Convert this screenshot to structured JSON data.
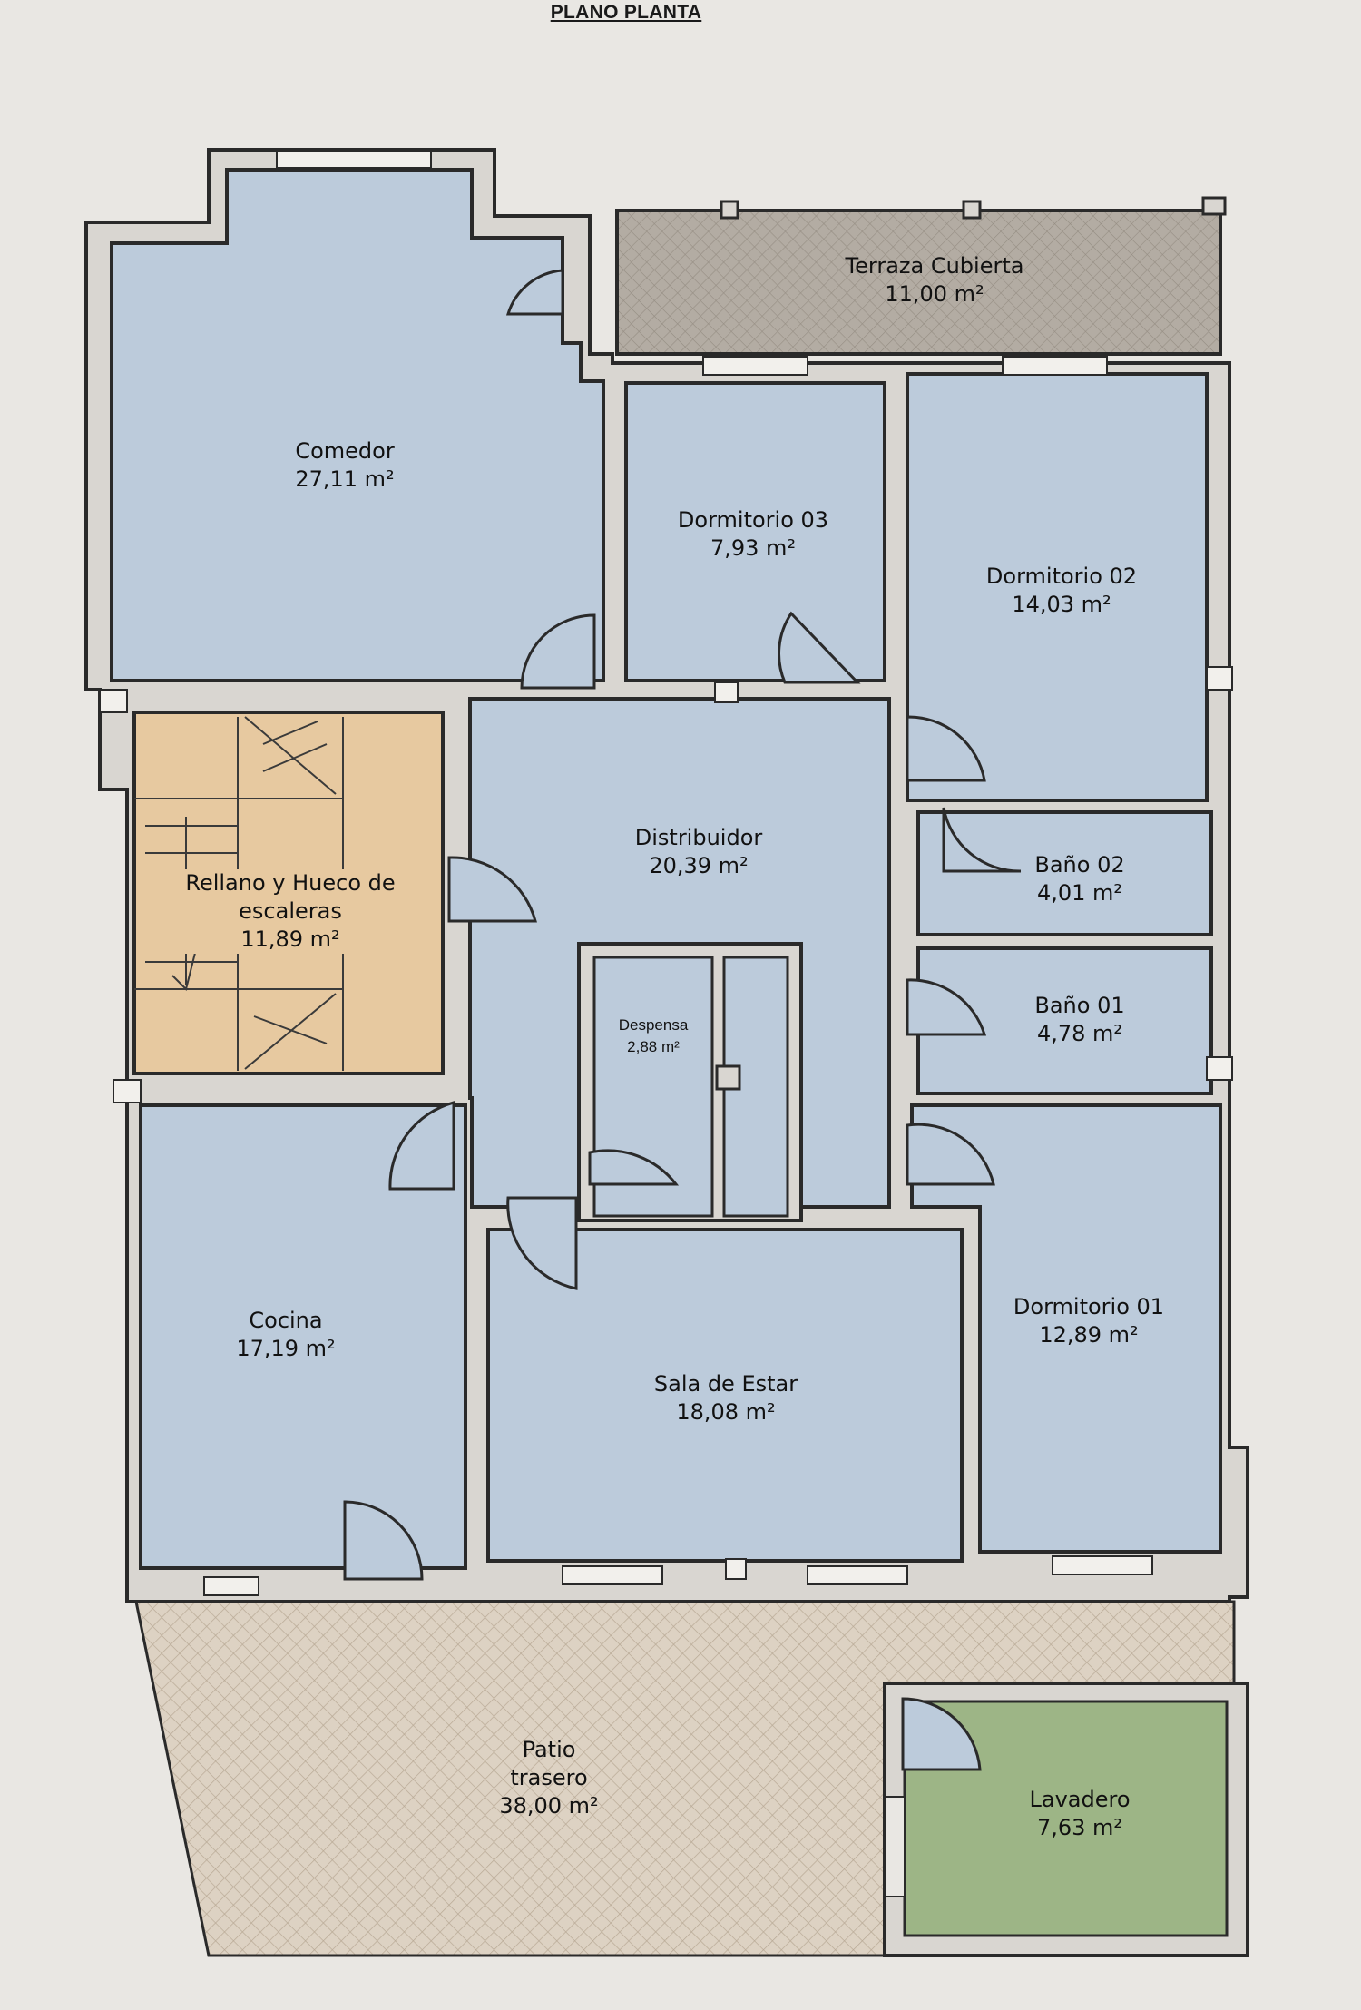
{
  "title": "PLANO PLANTA",
  "colors": {
    "room_fill": "#bccbdb",
    "stair_fill": "#e7c9a0",
    "terrace_fill": "#b3aca3",
    "patio_fill": "#ddd2c3",
    "laundry_fill": "#9db586",
    "wall": "#2a2a2a",
    "wall_fill": "#d9d6d1"
  },
  "rooms": {
    "terraza": {
      "name": "Terraza Cubierta",
      "area": "11,00 m²"
    },
    "comedor": {
      "name": "Comedor",
      "area": "27,11 m²"
    },
    "dormitorio03": {
      "name": "Dormitorio 03",
      "area": "7,93 m²"
    },
    "dormitorio02": {
      "name": "Dormitorio 02",
      "area": "14,03 m²"
    },
    "distribuidor": {
      "name": "Distribuidor",
      "area": "20,39 m²"
    },
    "rellano": {
      "name_line1": "Rellano y Hueco de",
      "name_line2": "escaleras",
      "area": "11,89 m²"
    },
    "bano02": {
      "name": "Baño 02",
      "area": "4,01 m²"
    },
    "bano01": {
      "name": "Baño 01",
      "area": "4,78 m²"
    },
    "despensa": {
      "name": "Despensa",
      "area": "2,88 m²"
    },
    "cocina": {
      "name": "Cocina",
      "area": "17,19 m²"
    },
    "dormitorio01": {
      "name": "Dormitorio 01",
      "area": "12,89 m²"
    },
    "sala": {
      "name": "Sala de Estar",
      "area": "18,08 m²"
    },
    "patio": {
      "name_line1": "Patio",
      "name_line2": "trasero",
      "area": "38,00 m²"
    },
    "lavadero": {
      "name": "Lavadero",
      "area": "7,63 m²"
    }
  }
}
